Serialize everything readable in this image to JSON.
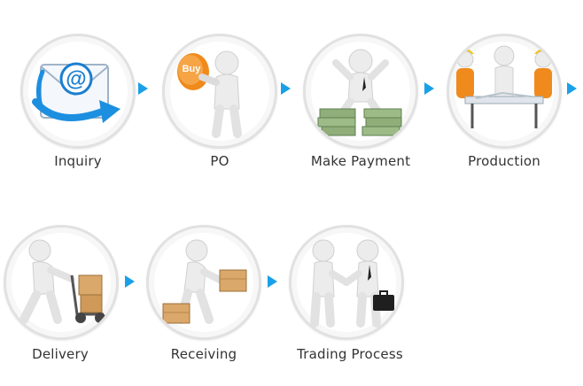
{
  "steps": [
    {
      "label": "Inquiry",
      "icon": "email-at-icon"
    },
    {
      "label": "PO",
      "icon": "buy-button-person-icon",
      "badge": "Buy"
    },
    {
      "label": "Make Payment",
      "icon": "person-on-money-icon"
    },
    {
      "label": "Production",
      "icon": "workers-at-table-icon"
    },
    {
      "label": "Delivery",
      "icon": "hand-truck-person-icon"
    },
    {
      "label": "Receiving",
      "icon": "person-lifting-box-icon"
    },
    {
      "label": "Trading Process",
      "icon": "handshake-icon"
    }
  ],
  "colors": {
    "arrow": "#1aa0e8",
    "ring": "#e1e1e1",
    "label": "#333333",
    "accent_orange": "#f08a1c",
    "money_green": "#8fae7a"
  }
}
